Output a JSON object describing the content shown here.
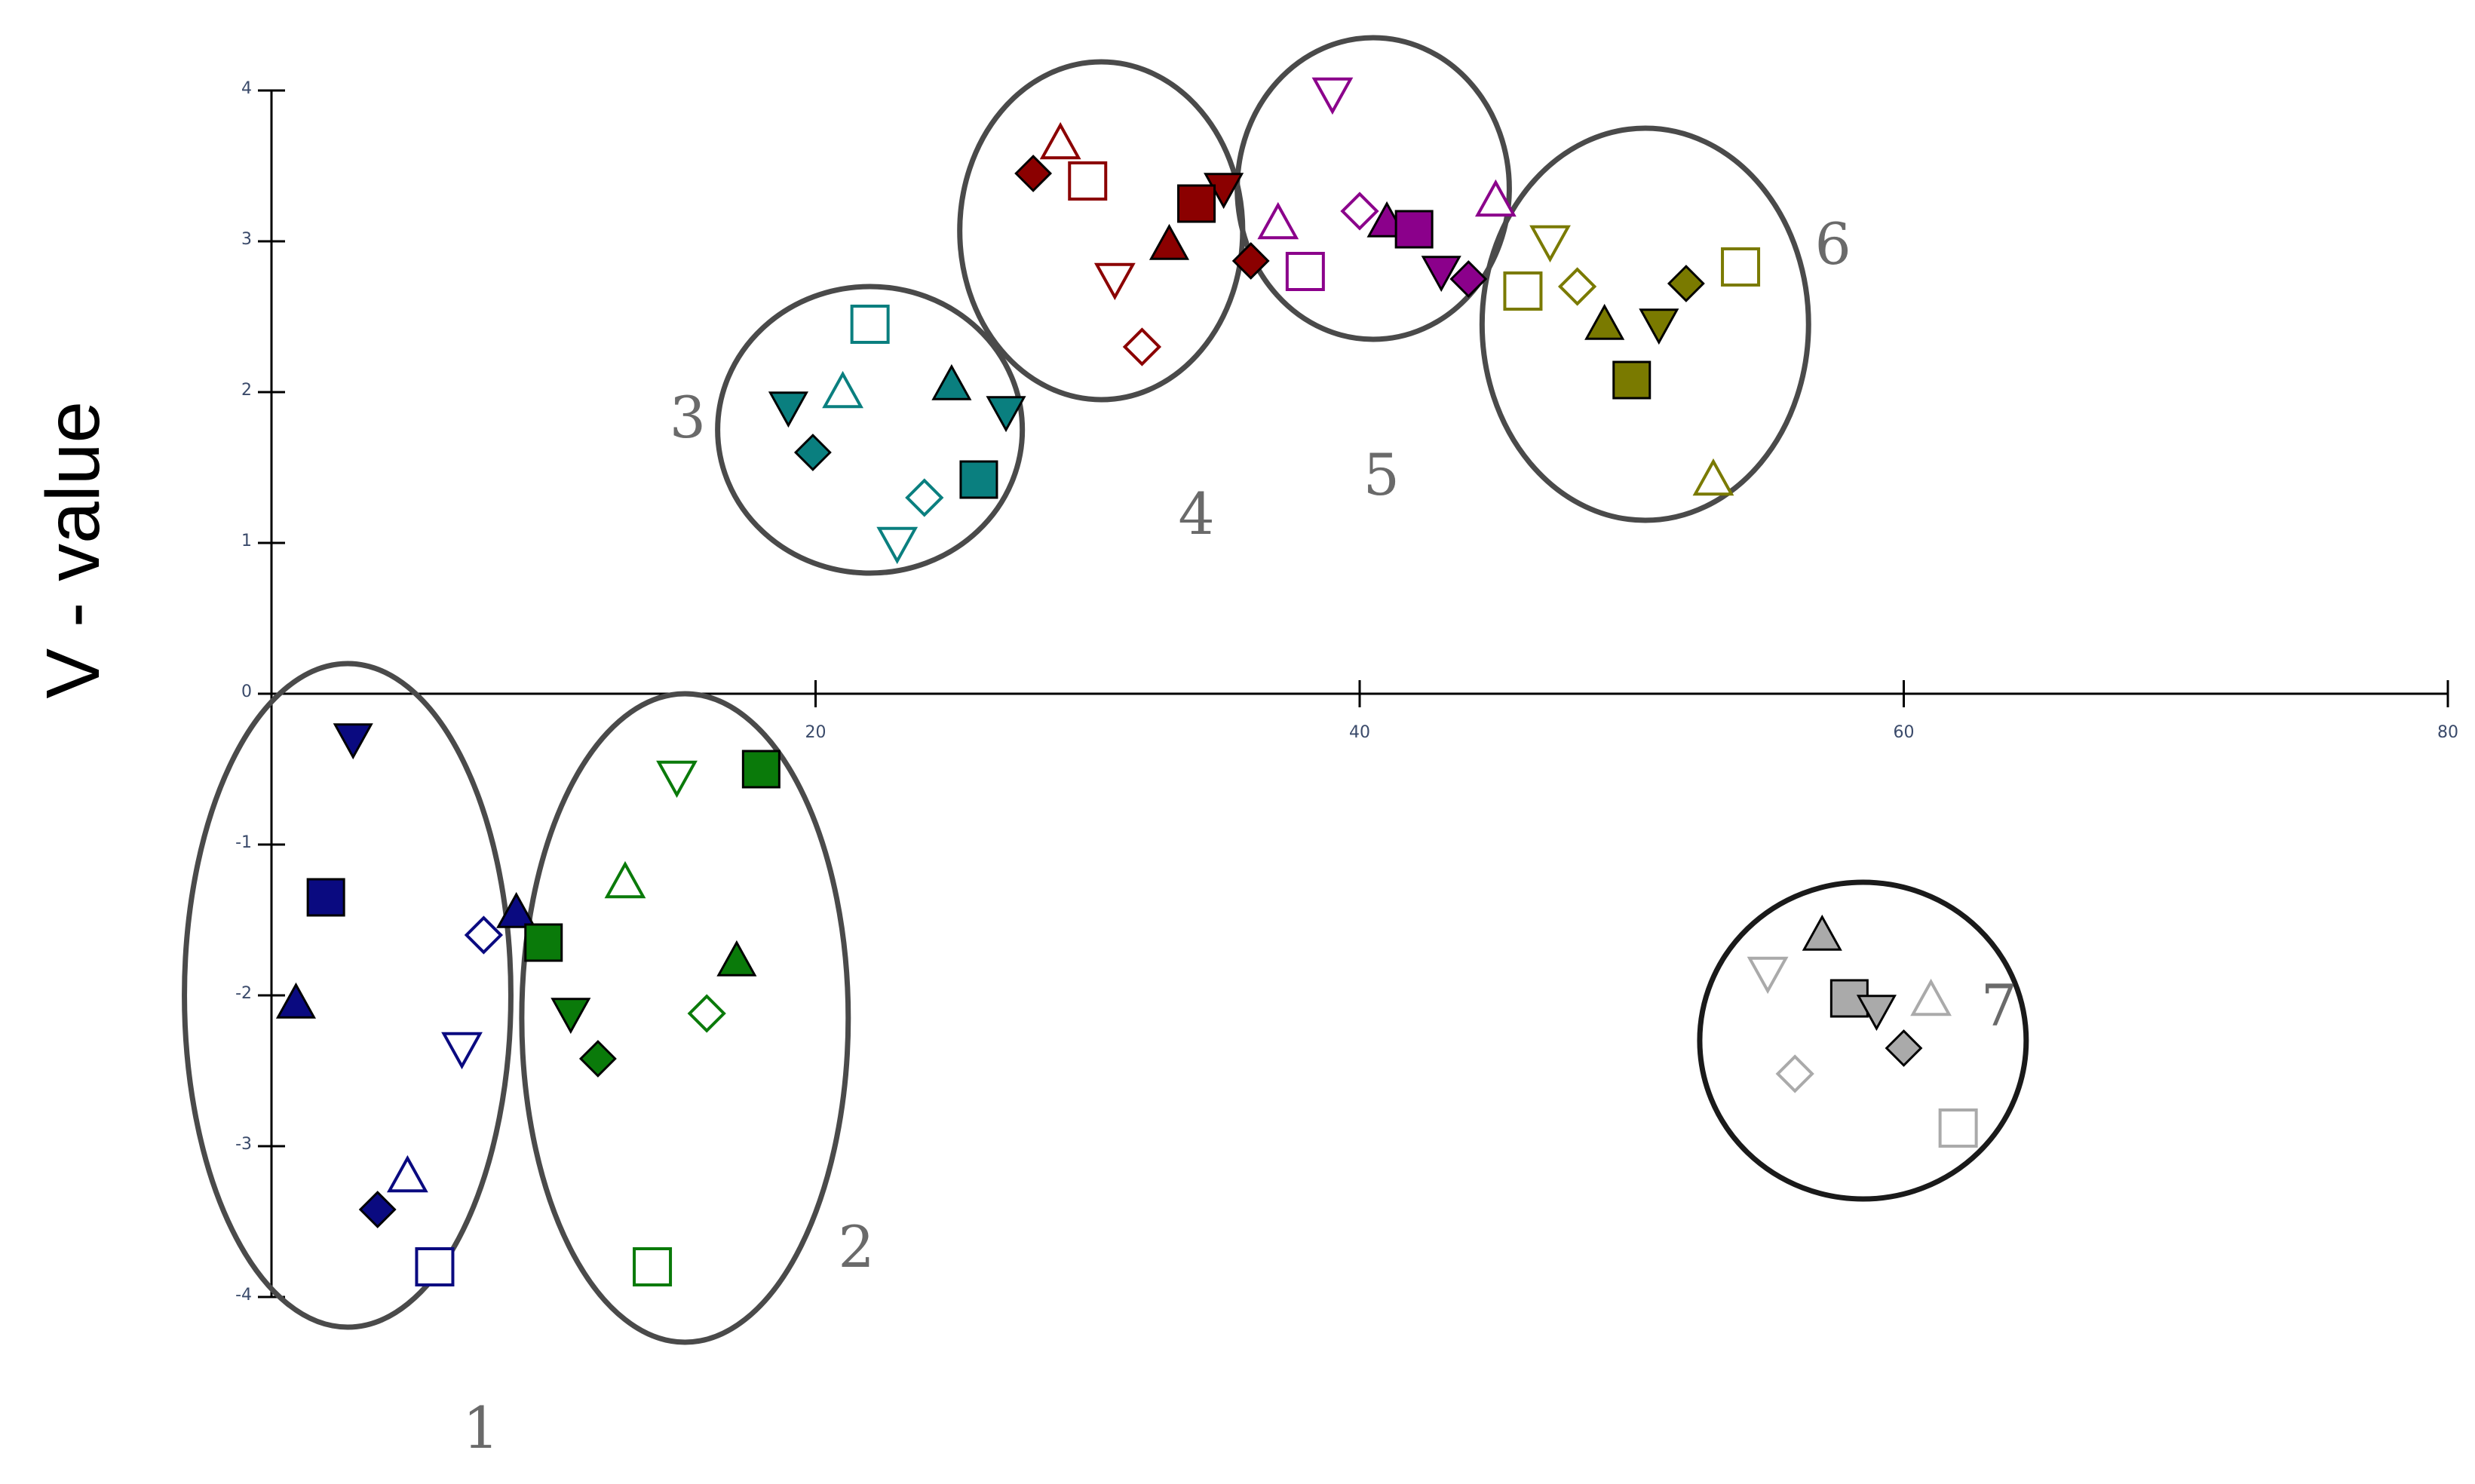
{
  "chart_data": {
    "type": "scatter",
    "title": "",
    "xlabel": "",
    "ylabel": "V - value",
    "xlim": [
      0,
      80
    ],
    "ylim": [
      -4,
      4
    ],
    "xticks": [
      0,
      20,
      40,
      60,
      80
    ],
    "yticks": [
      -4,
      -3,
      -2,
      -1,
      0,
      1,
      2,
      3,
      4
    ],
    "grid": false,
    "legend": "none",
    "clusters": [
      {
        "label": "1",
        "color": "#0a0a80",
        "cx": 2.8,
        "cy": -2.0,
        "rx": 6.0,
        "ry": 2.2,
        "label_x": 7.7,
        "label_y": -5.0
      },
      {
        "label": "2",
        "color": "#0a7a0a",
        "cx": 15.2,
        "cy": -2.15,
        "rx": 6.0,
        "ry": 2.15,
        "label_x": 21.5,
        "label_y": -3.8
      },
      {
        "label": "3",
        "color": "#0a7f7f",
        "cx": 22.0,
        "cy": 1.75,
        "rx": 5.6,
        "ry": 0.95,
        "label_x": 15.3,
        "label_y": 1.7
      },
      {
        "label": "4",
        "color": "#8b0000",
        "cx": 30.5,
        "cy": 3.07,
        "rx": 5.2,
        "ry": 1.12,
        "label_x": 34.0,
        "label_y": 1.06
      },
      {
        "label": "5",
        "color": "#8b008b",
        "cx": 40.5,
        "cy": 3.35,
        "rx": 5.0,
        "ry": 1.0,
        "label_x": 40.8,
        "label_y": 1.32
      },
      {
        "label": "6",
        "color": "#7a7a00",
        "cx": 50.5,
        "cy": 2.45,
        "rx": 6.0,
        "ry": 1.3,
        "label_x": 57.4,
        "label_y": 2.85
      },
      {
        "label": "7",
        "color": "#aaaaaa",
        "cx": 58.5,
        "cy": -2.3,
        "rx": 6.0,
        "ry": 1.05,
        "label_x": 63.5,
        "label_y": -2.2
      }
    ],
    "series": [
      {
        "shape": "triangle-down",
        "filled": true,
        "color": "#0a0a80",
        "x": 3.0,
        "y": -0.3
      },
      {
        "shape": "square",
        "filled": true,
        "color": "#0a0a80",
        "x": 2.0,
        "y": -1.35
      },
      {
        "shape": "triangle-up",
        "filled": true,
        "color": "#0a0a80",
        "x": 0.9,
        "y": -2.05
      },
      {
        "shape": "triangle-up",
        "filled": true,
        "color": "#0a0a80",
        "x": 9.0,
        "y": -1.45
      },
      {
        "shape": "diamond",
        "filled": false,
        "color": "#0a0a80",
        "x": 7.8,
        "y": -1.6
      },
      {
        "shape": "triangle-down",
        "filled": false,
        "color": "#0a0a80",
        "x": 7.0,
        "y": -2.35
      },
      {
        "shape": "triangle-up",
        "filled": false,
        "color": "#0a0a80",
        "x": 5.0,
        "y": -3.2
      },
      {
        "shape": "diamond",
        "filled": true,
        "color": "#0a0a80",
        "x": 3.9,
        "y": -3.42
      },
      {
        "shape": "square",
        "filled": false,
        "color": "#0a0a80",
        "x": 6.0,
        "y": -3.8
      },
      {
        "shape": "square",
        "filled": true,
        "color": "#0a7a0a",
        "x": 18.0,
        "y": -0.5
      },
      {
        "shape": "triangle-down",
        "filled": false,
        "color": "#0a7a0a",
        "x": 14.9,
        "y": -0.55
      },
      {
        "shape": "triangle-up",
        "filled": false,
        "color": "#0a7a0a",
        "x": 13.0,
        "y": -1.25
      },
      {
        "shape": "square",
        "filled": true,
        "color": "#0a7a0a",
        "x": 10.0,
        "y": -1.65
      },
      {
        "shape": "triangle-up",
        "filled": true,
        "color": "#0a7a0a",
        "x": 17.1,
        "y": -1.77
      },
      {
        "shape": "triangle-down",
        "filled": true,
        "color": "#0a7a0a",
        "x": 11.0,
        "y": -2.12
      },
      {
        "shape": "diamond",
        "filled": false,
        "color": "#0a7a0a",
        "x": 16.0,
        "y": -2.12
      },
      {
        "shape": "diamond",
        "filled": true,
        "color": "#0a7a0a",
        "x": 12.0,
        "y": -2.42
      },
      {
        "shape": "square",
        "filled": false,
        "color": "#0a7a0a",
        "x": 14.0,
        "y": -3.8
      },
      {
        "shape": "square",
        "filled": false,
        "color": "#0a7f7f",
        "x": 22.0,
        "y": 2.45
      },
      {
        "shape": "triangle-up",
        "filled": true,
        "color": "#0a7f7f",
        "x": 25.0,
        "y": 2.05
      },
      {
        "shape": "triangle-up",
        "filled": false,
        "color": "#0a7f7f",
        "x": 21.0,
        "y": 2.0
      },
      {
        "shape": "triangle-down",
        "filled": true,
        "color": "#0a7f7f",
        "x": 19.0,
        "y": 1.9
      },
      {
        "shape": "triangle-down",
        "filled": true,
        "color": "#0a7f7f",
        "x": 27.0,
        "y": 1.87
      },
      {
        "shape": "diamond",
        "filled": true,
        "color": "#0a7f7f",
        "x": 19.9,
        "y": 1.6
      },
      {
        "shape": "square",
        "filled": true,
        "color": "#0a7f7f",
        "x": 26.0,
        "y": 1.42
      },
      {
        "shape": "diamond",
        "filled": false,
        "color": "#0a7f7f",
        "x": 24.0,
        "y": 1.3
      },
      {
        "shape": "triangle-down",
        "filled": false,
        "color": "#0a7f7f",
        "x": 23.0,
        "y": 1.0
      },
      {
        "shape": "triangle-up",
        "filled": false,
        "color": "#8b0000",
        "x": 29.0,
        "y": 3.65
      },
      {
        "shape": "diamond",
        "filled": true,
        "color": "#8b0000",
        "x": 28.0,
        "y": 3.45
      },
      {
        "shape": "square",
        "filled": false,
        "color": "#8b0000",
        "x": 30.0,
        "y": 3.4
      },
      {
        "shape": "triangle-down",
        "filled": true,
        "color": "#8b0000",
        "x": 35.0,
        "y": 3.35
      },
      {
        "shape": "square",
        "filled": true,
        "color": "#8b0000",
        "x": 34.0,
        "y": 3.25
      },
      {
        "shape": "triangle-up",
        "filled": true,
        "color": "#8b0000",
        "x": 33.0,
        "y": 2.98
      },
      {
        "shape": "diamond",
        "filled": true,
        "color": "#8b0000",
        "x": 36.0,
        "y": 2.87
      },
      {
        "shape": "triangle-down",
        "filled": false,
        "color": "#8b0000",
        "x": 31.0,
        "y": 2.75
      },
      {
        "shape": "diamond",
        "filled": false,
        "color": "#8b0000",
        "x": 32.0,
        "y": 2.3
      },
      {
        "shape": "triangle-down",
        "filled": false,
        "color": "#8b008b",
        "x": 39.0,
        "y": 3.98
      },
      {
        "shape": "triangle-up",
        "filled": false,
        "color": "#8b008b",
        "x": 45.0,
        "y": 3.27
      },
      {
        "shape": "diamond",
        "filled": false,
        "color": "#8b008b",
        "x": 40.0,
        "y": 3.2
      },
      {
        "shape": "triangle-up",
        "filled": false,
        "color": "#8b008b",
        "x": 37.0,
        "y": 3.12
      },
      {
        "shape": "triangle-up",
        "filled": true,
        "color": "#8b008b",
        "x": 41.0,
        "y": 3.13
      },
      {
        "shape": "square",
        "filled": true,
        "color": "#8b008b",
        "x": 42.0,
        "y": 3.08
      },
      {
        "shape": "square",
        "filled": false,
        "color": "#8b008b",
        "x": 38.0,
        "y": 2.8
      },
      {
        "shape": "triangle-down",
        "filled": true,
        "color": "#8b008b",
        "x": 43.0,
        "y": 2.8
      },
      {
        "shape": "diamond",
        "filled": true,
        "color": "#8b008b",
        "x": 44.0,
        "y": 2.75
      },
      {
        "shape": "triangle-down",
        "filled": false,
        "color": "#7a7a00",
        "x": 47.0,
        "y": 3.0
      },
      {
        "shape": "square",
        "filled": false,
        "color": "#7a7a00",
        "x": 54.0,
        "y": 2.83
      },
      {
        "shape": "diamond",
        "filled": true,
        "color": "#7a7a00",
        "x": 52.0,
        "y": 2.72
      },
      {
        "shape": "diamond",
        "filled": false,
        "color": "#7a7a00",
        "x": 48.0,
        "y": 2.7
      },
      {
        "shape": "square",
        "filled": false,
        "color": "#7a7a00",
        "x": 46.0,
        "y": 2.67
      },
      {
        "shape": "triangle-up",
        "filled": true,
        "color": "#7a7a00",
        "x": 49.0,
        "y": 2.45
      },
      {
        "shape": "triangle-down",
        "filled": true,
        "color": "#7a7a00",
        "x": 51.0,
        "y": 2.45
      },
      {
        "shape": "square",
        "filled": true,
        "color": "#7a7a00",
        "x": 50.0,
        "y": 2.08
      },
      {
        "shape": "triangle-up",
        "filled": false,
        "color": "#7a7a00",
        "x": 53.0,
        "y": 1.42
      },
      {
        "shape": "triangle-up",
        "filled": true,
        "color": "#aaaaaa",
        "x": 57.0,
        "y": -1.6
      },
      {
        "shape": "triangle-down",
        "filled": false,
        "color": "#aaaaaa",
        "x": 55.0,
        "y": -1.85
      },
      {
        "shape": "square",
        "filled": true,
        "color": "#aaaaaa",
        "x": 58.0,
        "y": -2.02
      },
      {
        "shape": "triangle-down",
        "filled": true,
        "color": "#aaaaaa",
        "x": 59.0,
        "y": -2.1
      },
      {
        "shape": "triangle-up",
        "filled": false,
        "color": "#aaaaaa",
        "x": 61.0,
        "y": -2.03
      },
      {
        "shape": "diamond",
        "filled": true,
        "color": "#aaaaaa",
        "x": 60.0,
        "y": -2.35
      },
      {
        "shape": "diamond",
        "filled": false,
        "color": "#aaaaaa",
        "x": 56.0,
        "y": -2.52
      },
      {
        "shape": "square",
        "filled": false,
        "color": "#aaaaaa",
        "x": 62.0,
        "y": -2.88
      }
    ]
  }
}
